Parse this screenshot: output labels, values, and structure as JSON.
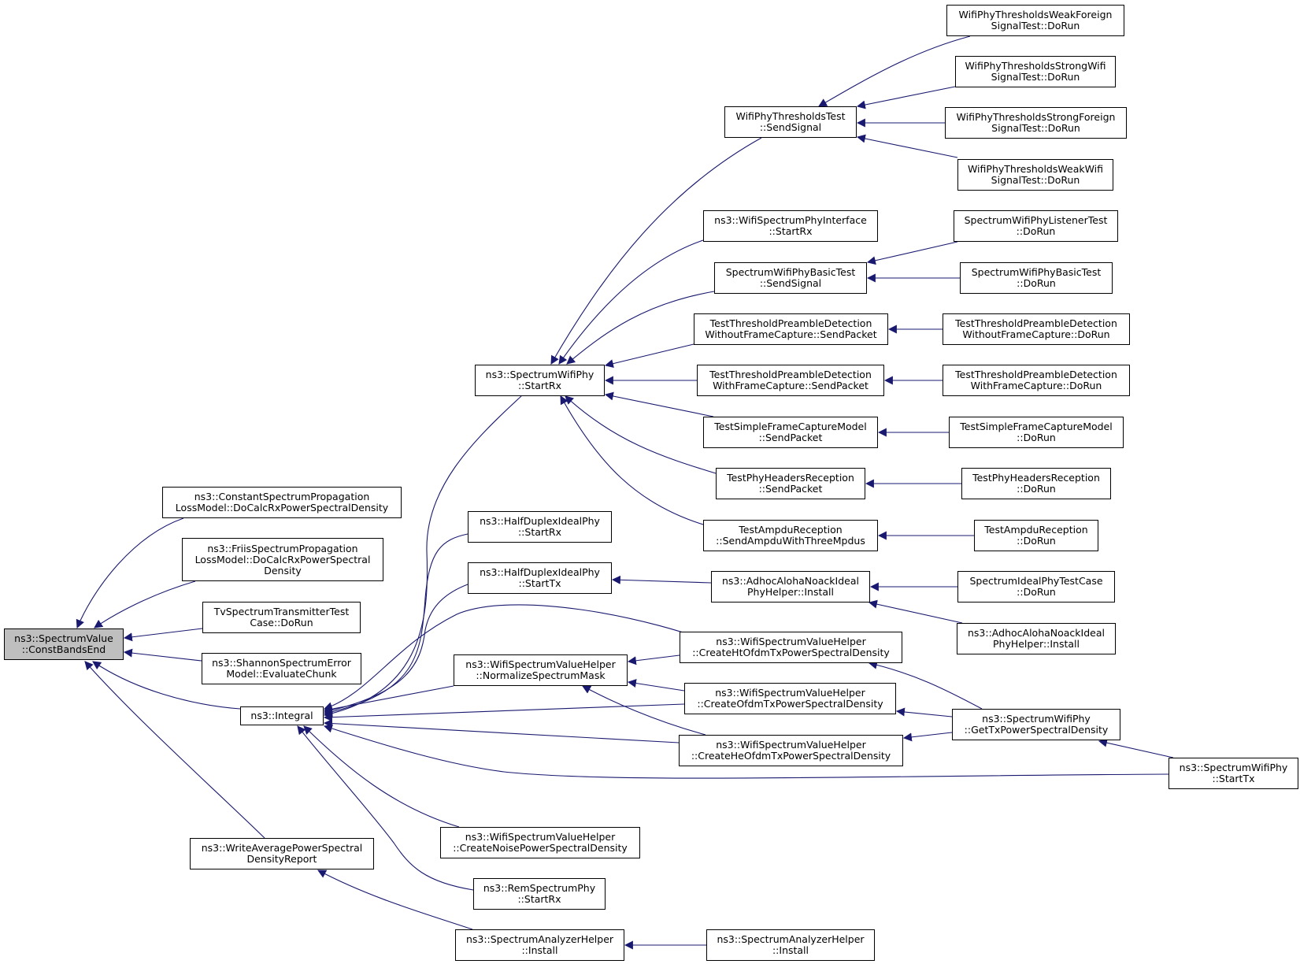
{
  "colors": {
    "edge": "#191970",
    "root_fill": "#bfbfbf",
    "node_fill": "#ffffff",
    "border": "#000000"
  },
  "nodes": [
    {
      "id": "constbandsend",
      "label": "ns3::SpectrumValue\n::ConstBandsEnd",
      "root": true
    },
    {
      "id": "const-spectrum-prop",
      "label": "ns3::ConstantSpectrumPropagation\nLossModel::DoCalcRxPowerSpectralDensity"
    },
    {
      "id": "friis-spectrum-prop",
      "label": "ns3::FriisSpectrumPropagation\nLossModel::DoCalcRxPowerSpectral\nDensity"
    },
    {
      "id": "tv-spectrum-test",
      "label": "TvSpectrumTransmitterTest\nCase::DoRun"
    },
    {
      "id": "shannon-error",
      "label": "ns3::ShannonSpectrumError\nModel::EvaluateChunk"
    },
    {
      "id": "integral",
      "label": "ns3::Integral"
    },
    {
      "id": "write-avg-psd",
      "label": "ns3::WriteAveragePowerSpectral\nDensityReport"
    },
    {
      "id": "spectrum-wifi-startrx",
      "label": "ns3::SpectrumWifiPhy\n::StartRx"
    },
    {
      "id": "halfduplex-startrx",
      "label": "ns3::HalfDuplexIdealPhy\n::StartRx"
    },
    {
      "id": "halfduplex-starttx",
      "label": "ns3::HalfDuplexIdealPhy\n::StartTx"
    },
    {
      "id": "normalize-mask",
      "label": "ns3::WifiSpectrumValueHelper\n::NormalizeSpectrumMask"
    },
    {
      "id": "create-noise-psd",
      "label": "ns3::WifiSpectrumValueHelper\n::CreateNoisePowerSpectralDensity"
    },
    {
      "id": "rem-startrx",
      "label": "ns3::RemSpectrumPhy\n::StartRx"
    },
    {
      "id": "analyzer-install-1",
      "label": "ns3::SpectrumAnalyzerHelper\n::Install"
    },
    {
      "id": "thresholds-sendsignal",
      "label": "WifiPhyThresholdsTest\n::SendSignal"
    },
    {
      "id": "wifi-spectrum-iface",
      "label": "ns3::WifiSpectrumPhyInterface\n::StartRx"
    },
    {
      "id": "basic-sendsignal",
      "label": "SpectrumWifiPhyBasicTest\n::SendSignal"
    },
    {
      "id": "preamble-wo-send",
      "label": "TestThresholdPreambleDetection\nWithoutFrameCapture::SendPacket"
    },
    {
      "id": "preamble-w-send",
      "label": "TestThresholdPreambleDetection\nWithFrameCapture::SendPacket"
    },
    {
      "id": "simple-capture-send",
      "label": "TestSimpleFrameCaptureModel\n::SendPacket"
    },
    {
      "id": "phy-headers-send",
      "label": "TestPhyHeadersReception\n::SendPacket"
    },
    {
      "id": "ampdu-send",
      "label": "TestAmpduReception\n::SendAmpduWithThreeMpdus"
    },
    {
      "id": "aloha-install-1",
      "label": "ns3::AdhocAlohaNoackIdeal\nPhyHelper::Install"
    },
    {
      "id": "create-ht-psd",
      "label": "ns3::WifiSpectrumValueHelper\n::CreateHtOfdmTxPowerSpectralDensity"
    },
    {
      "id": "create-ofdm-psd",
      "label": "ns3::WifiSpectrumValueHelper\n::CreateOfdmTxPowerSpectralDensity"
    },
    {
      "id": "create-he-psd",
      "label": "ns3::WifiSpectrumValueHelper\n::CreateHeOfdmTxPowerSpectralDensity"
    },
    {
      "id": "analyzer-install-2",
      "label": "ns3::SpectrumAnalyzerHelper\n::Install"
    },
    {
      "id": "weak-foreign-dorun",
      "label": "WifiPhyThresholdsWeakForeign\nSignalTest::DoRun"
    },
    {
      "id": "strong-wifi-dorun",
      "label": "WifiPhyThresholdsStrongWifi\nSignalTest::DoRun"
    },
    {
      "id": "strong-foreign-dorun",
      "label": "WifiPhyThresholdsStrongForeign\nSignalTest::DoRun"
    },
    {
      "id": "weak-wifi-dorun",
      "label": "WifiPhyThresholdsWeakWifi\nSignalTest::DoRun"
    },
    {
      "id": "listener-dorun",
      "label": "SpectrumWifiPhyListenerTest\n::DoRun"
    },
    {
      "id": "basic-dorun",
      "label": "SpectrumWifiPhyBasicTest\n::DoRun"
    },
    {
      "id": "preamble-wo-dorun",
      "label": "TestThresholdPreambleDetection\nWithoutFrameCapture::DoRun"
    },
    {
      "id": "preamble-w-dorun",
      "label": "TestThresholdPreambleDetection\nWithFrameCapture::DoRun"
    },
    {
      "id": "simple-capture-dorun",
      "label": "TestSimpleFrameCaptureModel\n::DoRun"
    },
    {
      "id": "phy-headers-dorun",
      "label": "TestPhyHeadersReception\n::DoRun"
    },
    {
      "id": "ampdu-dorun",
      "label": "TestAmpduReception\n::DoRun"
    },
    {
      "id": "ideal-phy-dorun",
      "label": "SpectrumIdealPhyTestCase\n::DoRun"
    },
    {
      "id": "aloha-install-2",
      "label": "ns3::AdhocAlohaNoackIdeal\nPhyHelper::Install"
    },
    {
      "id": "get-tx-psd",
      "label": "ns3::SpectrumWifiPhy\n::GetTxPowerSpectralDensity"
    },
    {
      "id": "spectrum-wifi-starttx",
      "label": "ns3::SpectrumWifiPhy\n::StartTx"
    }
  ]
}
